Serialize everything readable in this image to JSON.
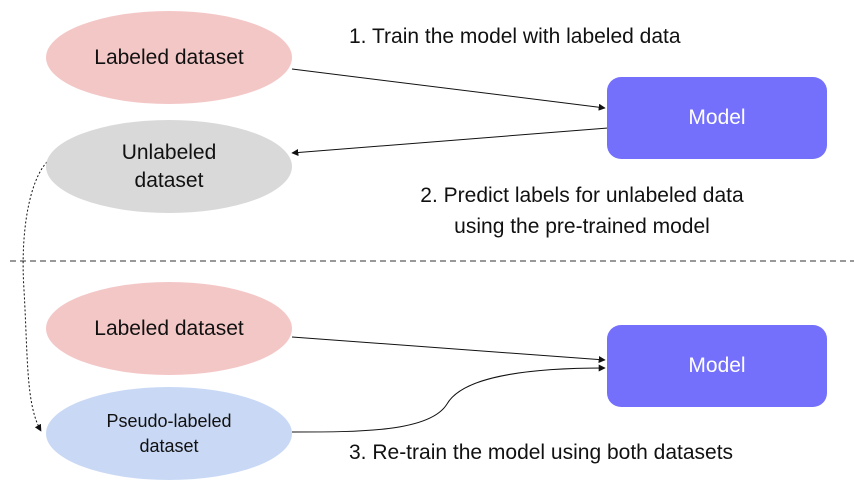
{
  "colors": {
    "labeled": "#f4c7c7",
    "unlabeled": "#d9d9d9",
    "pseudo": "#c9d9f5",
    "model": "#7470fc",
    "line": "#111111",
    "separator": "#333333"
  },
  "top": {
    "labeled": "Labeled dataset",
    "unlabeled": "Unlabeled dataset",
    "model": "Model",
    "step1": "1. Train the model with labeled data",
    "step2_line1": "2. Predict labels for unlabeled data",
    "step2_line2": "using the pre-trained model"
  },
  "bottom": {
    "labeled": "Labeled dataset",
    "pseudo": "Pseudo-labeled dataset",
    "model": "Model",
    "step3": "3. Re-train the model using both datasets"
  }
}
